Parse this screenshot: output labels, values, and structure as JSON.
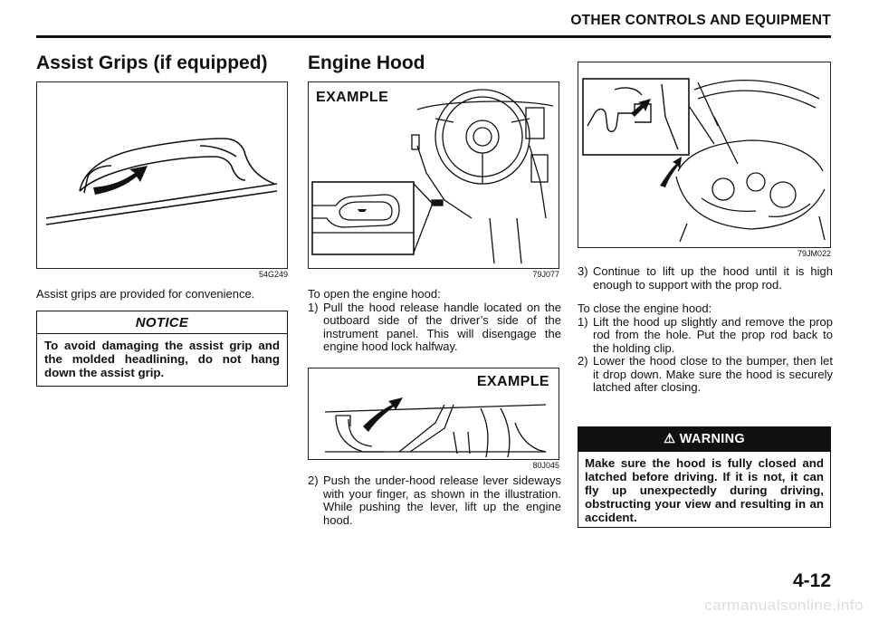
{
  "header": {
    "title": "OTHER CONTROLS AND EQUIPMENT"
  },
  "assist": {
    "title": "Assist Grips (if equipped)",
    "fig_code": "54G249",
    "text": "Assist grips are provided for convenience.",
    "notice_head": "NOTICE",
    "notice_body": "To avoid damaging the assist grip and the molded headlining, do not hang down the assist grip."
  },
  "hood": {
    "title": "Engine Hood",
    "fig1_label": "EXAMPLE",
    "fig1_code": "79J077",
    "intro_open": "To open the engine hood:",
    "step1_num": "1)",
    "step1": "Pull the hood release handle located on the outboard side of the driver’s side of the instrument panel. This will disengage the engine hood lock halfway.",
    "fig2_label": "EXAMPLE",
    "fig2_code": "80J045",
    "step2_num": "2)",
    "step2": "Push the under-hood release lever sideways with your finger, as shown in the illustration. While pushing the lever, lift up the engine hood.",
    "fig3_code": "79JM022",
    "step3_num": "3)",
    "step3": "Continue to lift up the hood until it is high enough to support with the prop rod.",
    "intro_close": "To close the engine hood:",
    "close1_num": "1)",
    "close1": "Lift the hood up slightly and remove the prop rod from the hole. Put the prop rod back to the holding clip.",
    "close2_num": "2)",
    "close2": "Lower the hood close to the bumper, then let it drop down. Make sure the hood is securely latched after closing.",
    "warning_head": "WARNING",
    "warning_body": "Make sure the hood is fully closed and latched before driving. If it is not, it can fly up unexpectedly during driving, obstructing your view and resulting in an accident."
  },
  "footer": {
    "page_number": "4-12",
    "watermark": "carmanualsonline.info"
  }
}
